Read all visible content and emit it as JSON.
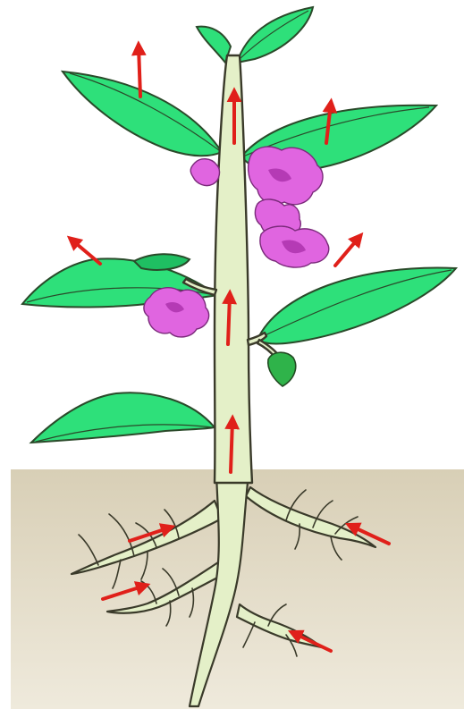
{
  "image": {
    "width": 519,
    "height": 793,
    "description_colors": {
      "background": "#ffffff",
      "soil": "#d9d2bc",
      "stem": "#e4f0c8",
      "leaf": "#2ee07a",
      "flower": "#e065e0",
      "arrow": "#e0201a"
    },
    "parts": {
      "leaves": 8,
      "flower_clusters": 3,
      "seed_pod": 1,
      "root_system": 1,
      "arrows_upward_in_stem": 3,
      "arrows_out_of_leaves": 4,
      "arrows_into_roots": 4
    }
  }
}
